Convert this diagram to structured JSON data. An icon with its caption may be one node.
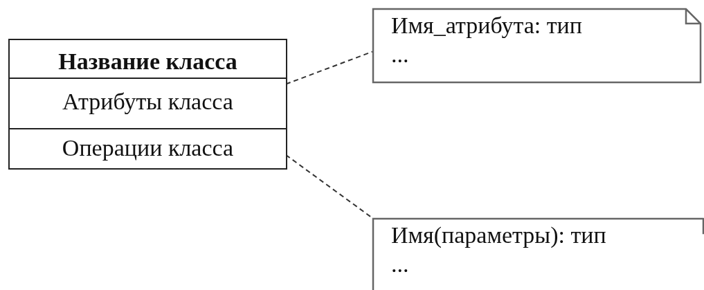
{
  "diagram": {
    "nodes": [
      {
        "text": [
          "Название класса"
        ]
      },
      {
        "text": [
          "Атрибуты класса"
        ],
        "in": 0
      },
      {
        "text": [
          "Операции класса"
        ],
        "in": 0
      },
      {
        "text": [
          "Имя_атрибута: тип",
          "..."
        ]
      },
      {
        "text": [
          "Имя(параметры): тип",
          "..."
        ]
      }
    ],
    "edges": [
      {
        "from": 1,
        "to": 3,
        "arrow": "none",
        "style": "dashed"
      },
      {
        "from": 2,
        "to": 4,
        "arrow": "none",
        "style": "dashed"
      }
    ]
  }
}
